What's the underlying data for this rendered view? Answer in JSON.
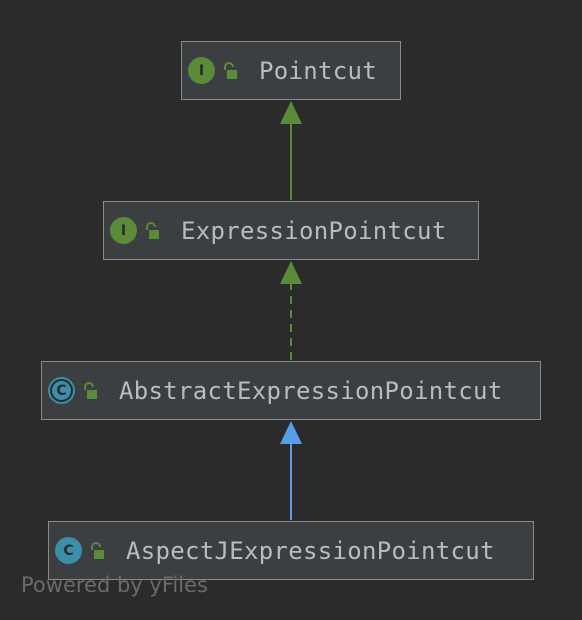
{
  "diagram": {
    "nodes": [
      {
        "id": "pointcut",
        "label": "Pointcut",
        "kind_letter": "I",
        "kind": "interface"
      },
      {
        "id": "expression-pointcut",
        "label": "ExpressionPointcut",
        "kind_letter": "I",
        "kind": "interface"
      },
      {
        "id": "abstract-expression-pointcut",
        "label": "AbstractExpressionPointcut",
        "kind_letter": "C",
        "kind": "abstract class"
      },
      {
        "id": "aspectj-expression-pointcut",
        "label": "AspectJExpressionPointcut",
        "kind_letter": "C",
        "kind": "class"
      }
    ],
    "edges": [
      {
        "from": "expression-pointcut",
        "to": "pointcut",
        "relation": "extends",
        "style": "solid",
        "color": "#5a8a3a"
      },
      {
        "from": "abstract-expression-pointcut",
        "to": "expression-pointcut",
        "relation": "implements",
        "style": "dashed",
        "color": "#5a8a3a"
      },
      {
        "from": "aspectj-expression-pointcut",
        "to": "abstract-expression-pointcut",
        "relation": "extends",
        "style": "solid",
        "color": "#5b9ee8"
      }
    ],
    "access_icon": "unlocked-padlock-icon",
    "colors": {
      "background": "#2b2b2b",
      "node_fill": "#3c3f41",
      "node_border": "#8a8a8a",
      "label_text": "#bbbbbb",
      "interface_icon": "#5a8a3a",
      "class_icon": "#3d8ea8",
      "access_icon": "#5a8a3a"
    }
  },
  "footer": {
    "text": "Powered by yFiles"
  }
}
